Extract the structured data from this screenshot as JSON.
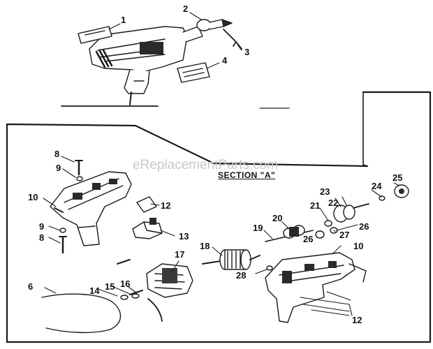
{
  "watermark": "eReplacementParts.com",
  "section_title": "SECTION \"A\"",
  "callouts": {
    "c1": "1",
    "c2": "2",
    "c3": "3",
    "c4": "4",
    "c8a": "8",
    "c9a": "9",
    "c10a": "10",
    "c12a": "12",
    "c9b": "9",
    "c8b": "8",
    "c13": "13",
    "c6": "6",
    "c14": "14",
    "c15": "15",
    "c16": "16",
    "c17": "17",
    "c18": "18",
    "c19": "19",
    "c20": "20",
    "c21": "21",
    "c22": "22",
    "c23": "23",
    "c24": "24",
    "c25": "25",
    "c26a": "26",
    "c26b": "26",
    "c27": "27",
    "c28": "28",
    "c10b": "10",
    "c12b": "12"
  }
}
